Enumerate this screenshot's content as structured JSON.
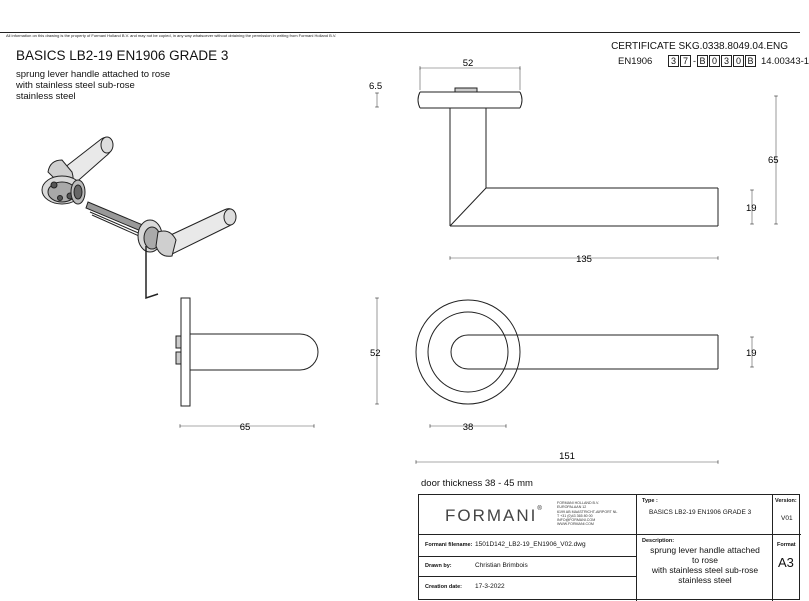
{
  "disclaimer": "All information on this drawing is the property of Formani Holland B.V. and may not be copied, in any way whatsoever without obtaining the permission in writing from Formani Holland B.V.",
  "header": {
    "title": "BASICS LB2-19 EN1906 GRADE 3",
    "desc_lines": [
      "sprung lever handle attached to rose",
      "with stainless steel sub-rose",
      "stainless steel"
    ],
    "certificate": "CERTIFICATE SKG.0338.8049.04.ENG",
    "en_label": "EN1906",
    "en_boxes_a": [
      "3",
      "7"
    ],
    "en_boxes_b": [
      "B",
      "0",
      "3",
      "0",
      "B"
    ],
    "cert_number": "14.00343-1"
  },
  "dimensions": {
    "top_width": "52",
    "rose_thickness": "6.5",
    "total_height": "65",
    "lever_thickness_top": "19",
    "lever_length": "135",
    "side_depth": "65",
    "rose_diameter_side": "52",
    "front_thickness": "19",
    "front_shank": "38",
    "front_length": "151"
  },
  "door_thickness": "door thickness 38 - 45 mm",
  "title_block": {
    "logo": "FORMANI",
    "logo_mark": "®",
    "address_lines": [
      "FORMANI HOLLAND B.V.",
      "EUROPALAAN 12",
      "6199 AB MAASTRICHT-AIRPORT NL",
      "T +31 (0)43 365 80 00",
      "INFO@FORMANI.COM",
      "WWW.FORMANI.COM"
    ],
    "type_label": "Type :",
    "type_value": "BASICS LB2-19 EN1906 GRADE 3",
    "version_label": "Version:",
    "version_value": "V01",
    "filename_label": "Formani filename:",
    "filename_value": "1501D142_LB2-19_EN1906_V02.dwg",
    "drawn_label": "Drawn by:",
    "drawn_value": "Christian Brimbois",
    "created_label": "Creation date:",
    "created_value": "17-3-2022",
    "description_label": "Description:",
    "description_lines": [
      "sprung lever handle attached",
      "to rose",
      "with stainless steel sub-rose",
      "stainless steel"
    ],
    "format_label": "Format",
    "format_value": "A3"
  },
  "colors": {
    "line": "#222222",
    "background": "#ffffff"
  }
}
